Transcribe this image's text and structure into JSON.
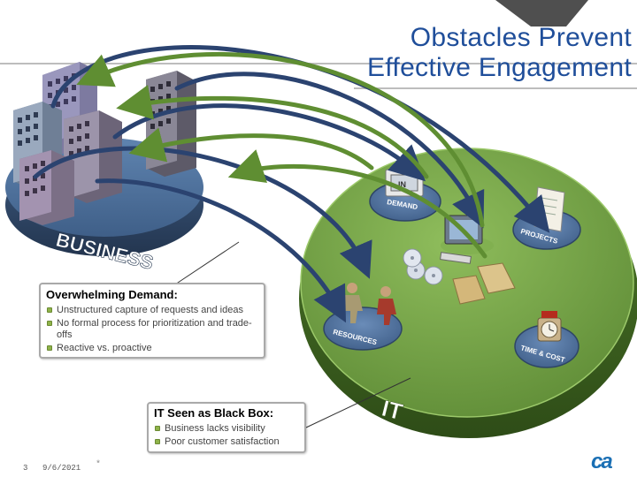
{
  "title": {
    "line1": "Obstacles Prevent",
    "line2": "Effective Engagement"
  },
  "diagram": {
    "business_label": "BUSINESS",
    "it_label": "IT",
    "nodes": {
      "demand": {
        "label": "DEMAND",
        "icon_text": "IN"
      },
      "projects": {
        "label": "PROJECTS"
      },
      "resources": {
        "label": "RESOURCES"
      },
      "time_cost": {
        "label": "TIME & COST"
      }
    }
  },
  "callouts": {
    "demand": {
      "heading": "Overwhelming Demand:",
      "items": [
        "Unstructured capture of requests and ideas",
        "No formal process for prioritization and trade-offs",
        "Reactive vs. proactive"
      ]
    },
    "blackbox": {
      "heading": "IT Seen as Black Box:",
      "items": [
        "Business lacks visibility",
        "Poor customer satisfaction"
      ]
    }
  },
  "footer": {
    "page": "3",
    "date": "9/6/2021",
    "mark": "*",
    "logo": "ca"
  },
  "colors": {
    "title": "#1f4e9a",
    "business_platform": "#4b6d95",
    "it_platform": "#6f9a43",
    "arrow_blue": "#2b4370",
    "arrow_green": "#5f8e32",
    "node_disc": "#4c6a92"
  }
}
